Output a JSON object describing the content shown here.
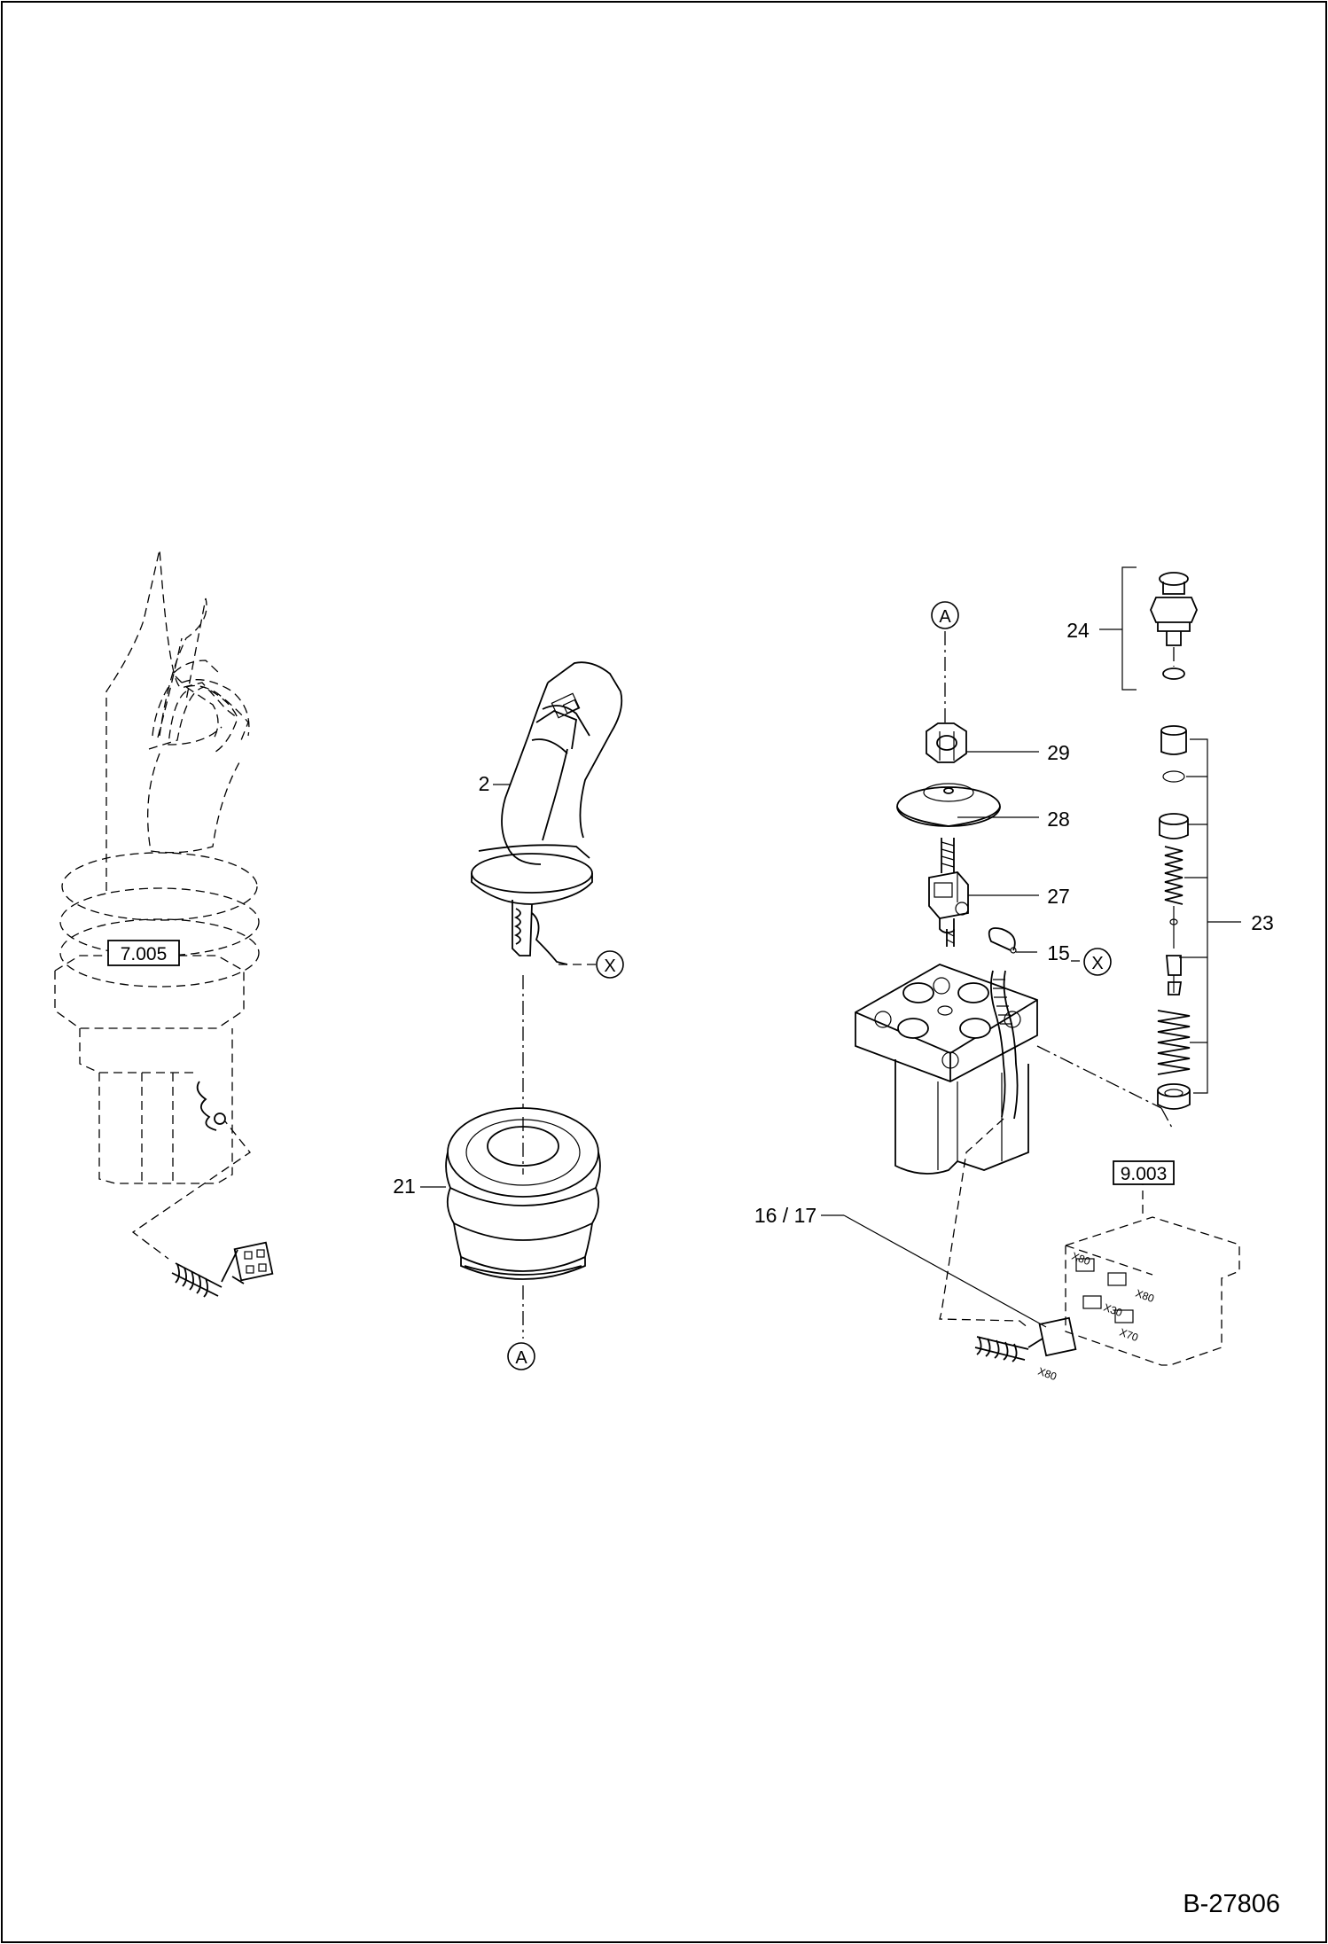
{
  "document_number": "B-27806",
  "reference_boxes": {
    "left_assembly": "7.005",
    "control_unit": "9.003"
  },
  "callouts": {
    "p2": "2",
    "p21": "21",
    "p24": "24",
    "p29": "29",
    "p28": "28",
    "p27": "27",
    "p15": "15",
    "p23": "23",
    "p16_17": "16 / 17"
  },
  "connection_markers": {
    "a": "A",
    "x": "X"
  },
  "connector_tags": {
    "x80": "X80",
    "x30": "X30",
    "x70": "X70"
  }
}
